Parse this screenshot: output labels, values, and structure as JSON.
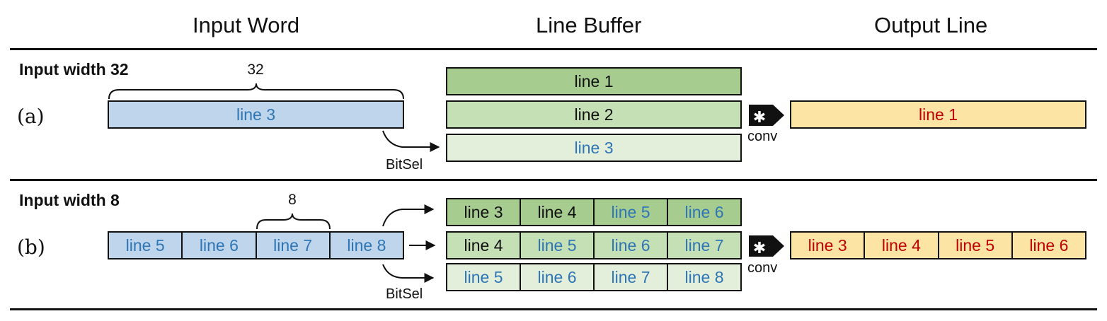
{
  "headers": {
    "input_word": "Input Word",
    "line_buffer": "Line Buffer",
    "output_line": "Output Line"
  },
  "section_a": {
    "title": "Input width 32",
    "label": "(a)",
    "width_label": "32",
    "input_cells": [
      {
        "text": "line 3",
        "color": "blue"
      }
    ],
    "bitsel": "BitSel",
    "conv_label": "conv",
    "conv_symbol": "✱",
    "buffer_rows": [
      {
        "shade": "#a6cc8f",
        "cells": [
          {
            "text": "line 1",
            "color": "black"
          }
        ]
      },
      {
        "shade": "#c6e0b6",
        "cells": [
          {
            "text": "line 2",
            "color": "black"
          }
        ]
      },
      {
        "shade": "#e3efda",
        "cells": [
          {
            "text": "line 3",
            "color": "blue"
          }
        ]
      }
    ],
    "output_cells": [
      {
        "text": "line 1",
        "color": "red"
      }
    ]
  },
  "section_b": {
    "title": "Input width 8",
    "label": "(b)",
    "width_label": "8",
    "input_cells": [
      {
        "text": "line 5",
        "color": "blue"
      },
      {
        "text": "line 6",
        "color": "blue"
      },
      {
        "text": "line 7",
        "color": "blue"
      },
      {
        "text": "line 8",
        "color": "blue"
      }
    ],
    "bitsel": "BitSel",
    "conv_label": "conv",
    "conv_symbol": "✱",
    "buffer_rows": [
      {
        "shade": "#a6cc8f",
        "cells": [
          {
            "text": "line 3",
            "color": "black"
          },
          {
            "text": "line 4",
            "color": "black"
          },
          {
            "text": "line 5",
            "color": "blue"
          },
          {
            "text": "line 6",
            "color": "blue"
          }
        ]
      },
      {
        "shade": "#c6e0b6",
        "cells": [
          {
            "text": "line 4",
            "color": "black"
          },
          {
            "text": "line 5",
            "color": "blue"
          },
          {
            "text": "line 6",
            "color": "blue"
          },
          {
            "text": "line 7",
            "color": "blue"
          }
        ]
      },
      {
        "shade": "#e3efda",
        "cells": [
          {
            "text": "line 5",
            "color": "blue"
          },
          {
            "text": "line 6",
            "color": "blue"
          },
          {
            "text": "line 7",
            "color": "blue"
          },
          {
            "text": "line 8",
            "color": "blue"
          }
        ]
      }
    ],
    "output_cells": [
      {
        "text": "line 3",
        "color": "red"
      },
      {
        "text": "line 4",
        "color": "red"
      },
      {
        "text": "line 5",
        "color": "red"
      },
      {
        "text": "line 6",
        "color": "red"
      }
    ]
  },
  "colors": {
    "input_fill": "#bed5ec",
    "output_fill": "#fce5a4",
    "text_blue": "#2e75b6",
    "text_red": "#c00000"
  }
}
